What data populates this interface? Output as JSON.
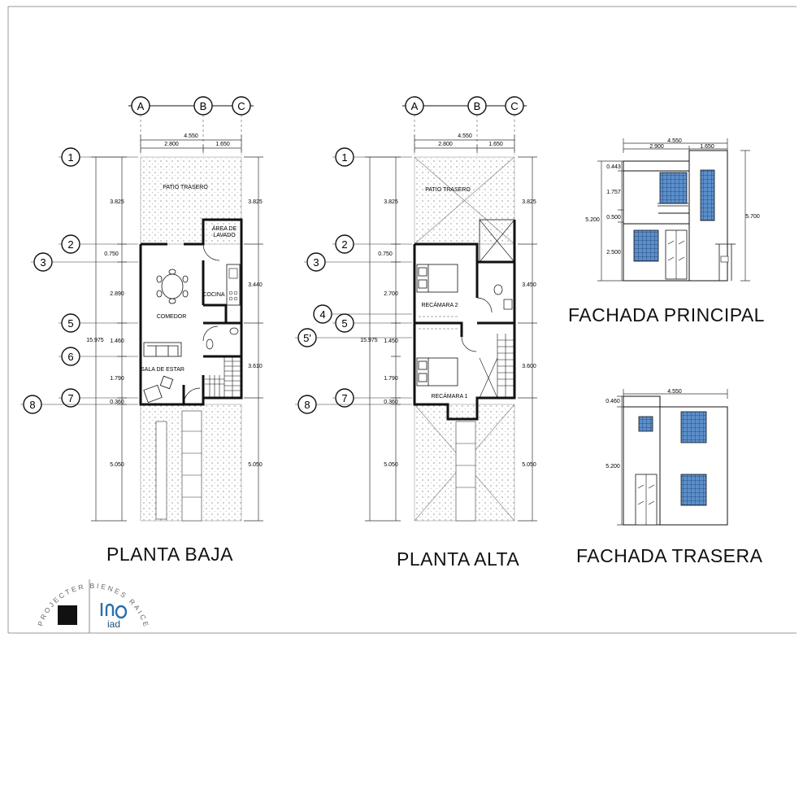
{
  "titles": {
    "ground": "PLANTA BAJA",
    "upper": "PLANTA ALTA",
    "front": "FACHADA PRINCIPAL",
    "rear": "FACHADA TRASERA"
  },
  "axes": {
    "columns": [
      "A",
      "B",
      "C"
    ],
    "ground_rows": [
      "1",
      "2",
      "3",
      "5",
      "6",
      "7",
      "8"
    ],
    "upper_rows": [
      "1",
      "2",
      "3",
      "4",
      "5",
      "5'",
      "7",
      "8"
    ]
  },
  "ground_plan": {
    "top_total": "4.550",
    "top_parts": [
      "2.800",
      "1.650"
    ],
    "left_total": "15.975",
    "left_dims": [
      "3.825",
      "0.750",
      "2.890",
      "1.460",
      "1.790",
      "0.360",
      "5.050"
    ],
    "right_dims": [
      "3.825",
      "3.440",
      "3.610",
      "5.050"
    ],
    "rooms": {
      "patio": "PATIO TRASERO",
      "laundry_1": "ÁREA DE",
      "laundry_2": "LAVADO",
      "kitchen": "COCINA",
      "dining": "COMEDOR",
      "living": "SALA DE ESTAR"
    }
  },
  "upper_plan": {
    "top_total": "4.550",
    "top_parts": [
      "2.800",
      "1.650"
    ],
    "left_total": "15.975",
    "left_dims": [
      "3.825",
      "0.750",
      "2.700",
      "1.450",
      "1.790",
      "0.360",
      "5.050"
    ],
    "right_dims": [
      "3.825",
      "3.450",
      "3.600",
      "5.050"
    ],
    "rooms": {
      "patio": "PATIO TRASERO",
      "bed2": "RECÁMARA 2",
      "bed1": "RECÁMARA 1"
    }
  },
  "front_facade": {
    "top_total": "4.550",
    "top_parts": [
      "2.900",
      "1.650"
    ],
    "left_dims": [
      "0.443",
      "1.757",
      "0.500",
      "2.500"
    ],
    "left_total": "5.200",
    "right_total": "5.700"
  },
  "rear_facade": {
    "top_total": "4.550",
    "left_dims": [
      "0.460",
      "5.200"
    ]
  },
  "logo": {
    "arc_text": "PROJECTER BIENES RAICES",
    "brand": "iad"
  },
  "colors": {
    "window_blue": "#5b8fcb",
    "line": "#111111",
    "dim_line": "#333333"
  }
}
